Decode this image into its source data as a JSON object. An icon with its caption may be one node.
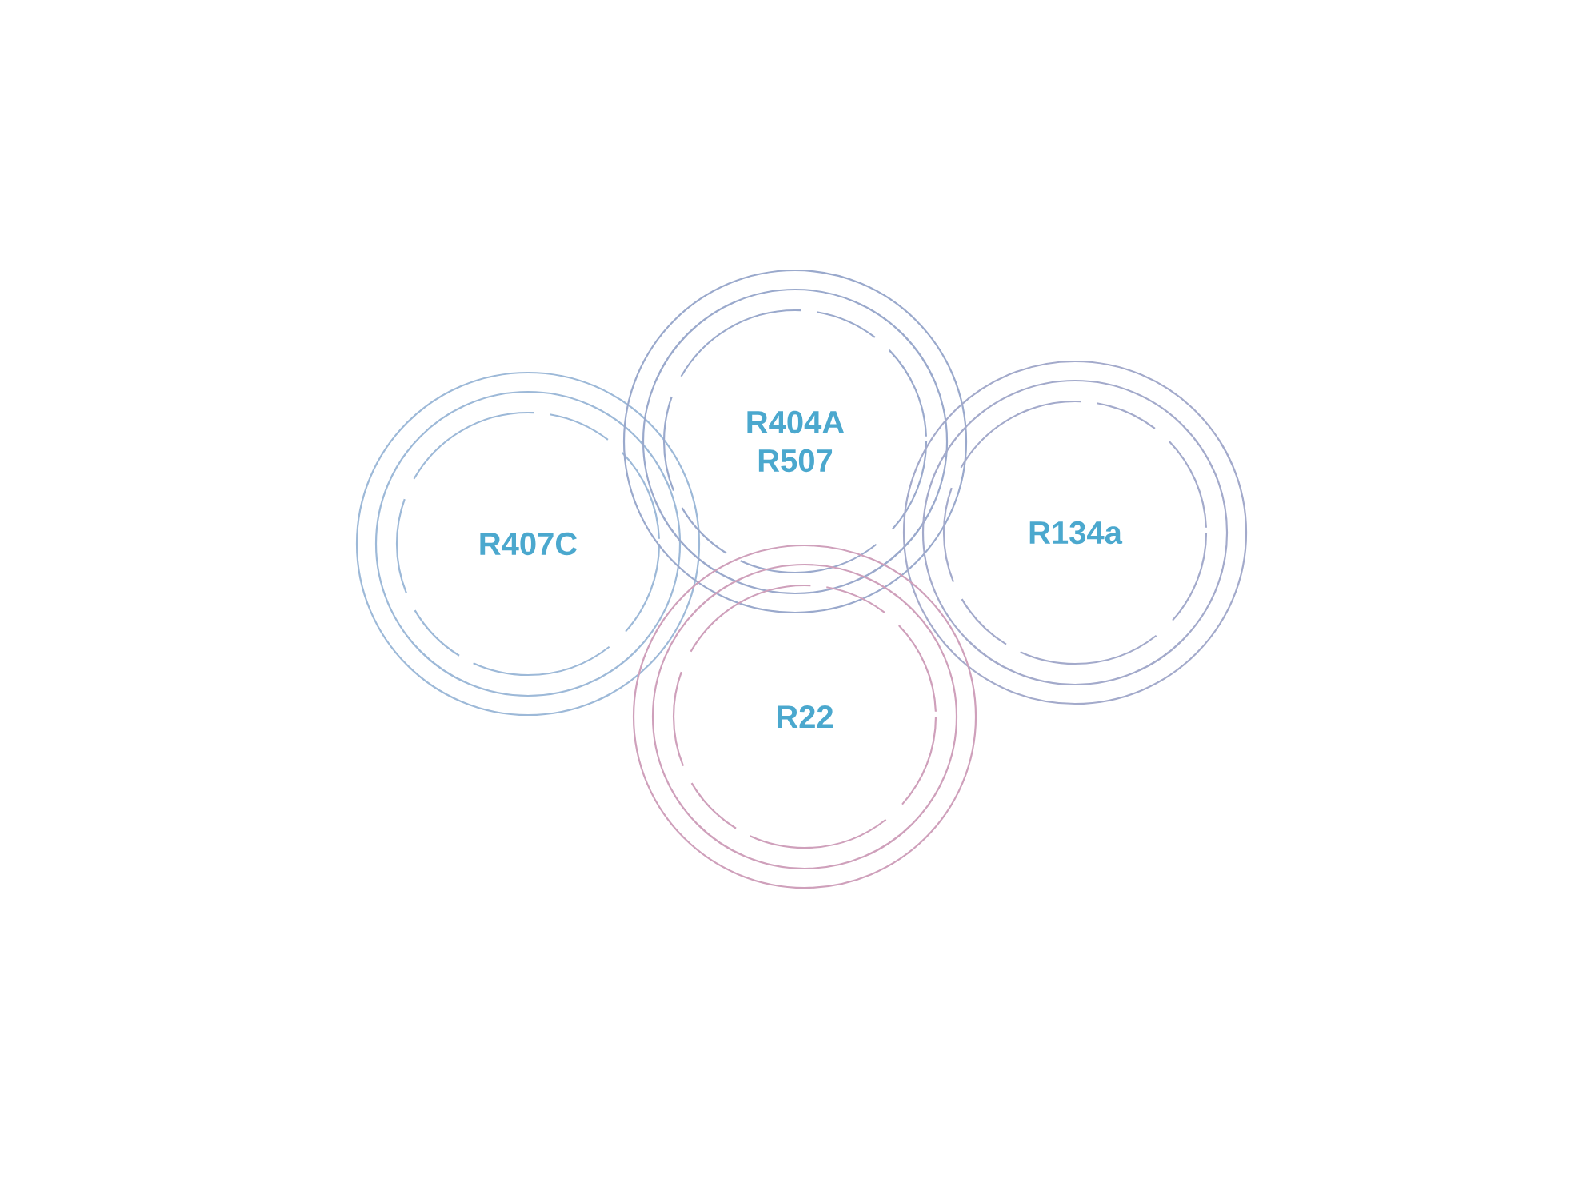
{
  "diagram": {
    "nodes": [
      {
        "text": [
          "R407C"
        ]
      },
      {
        "text": [
          "R404A",
          "R507"
        ]
      },
      {
        "text": [
          "R134a"
        ]
      },
      {
        "text": [
          "R22"
        ]
      }
    ]
  }
}
